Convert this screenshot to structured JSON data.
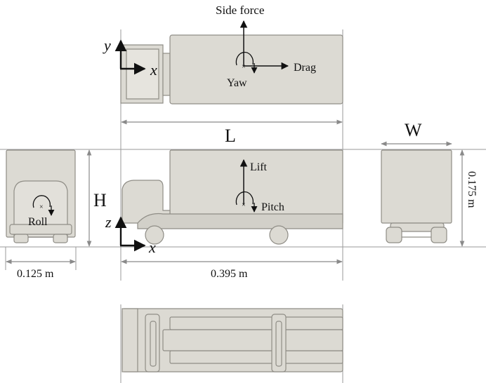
{
  "labels": {
    "side_force": "Side force",
    "drag": "Drag",
    "yaw": "Yaw",
    "lift": "Lift",
    "pitch": "Pitch",
    "roll": "Roll"
  },
  "axes": {
    "top_vertical": "y",
    "top_horizontal": "x",
    "side_vertical": "z",
    "side_horizontal": "x"
  },
  "dimensions": {
    "length_symbol": "L",
    "height_symbol": "H",
    "width_symbol": "W",
    "length_value": "0.395 m",
    "width_value": "0.125 m",
    "height_value": "0.175 m"
  },
  "colors": {
    "body_fill": "#dcdad3",
    "body_stroke": "#8f8d86",
    "line": "#111111",
    "dim_line": "#9a9a9a"
  }
}
